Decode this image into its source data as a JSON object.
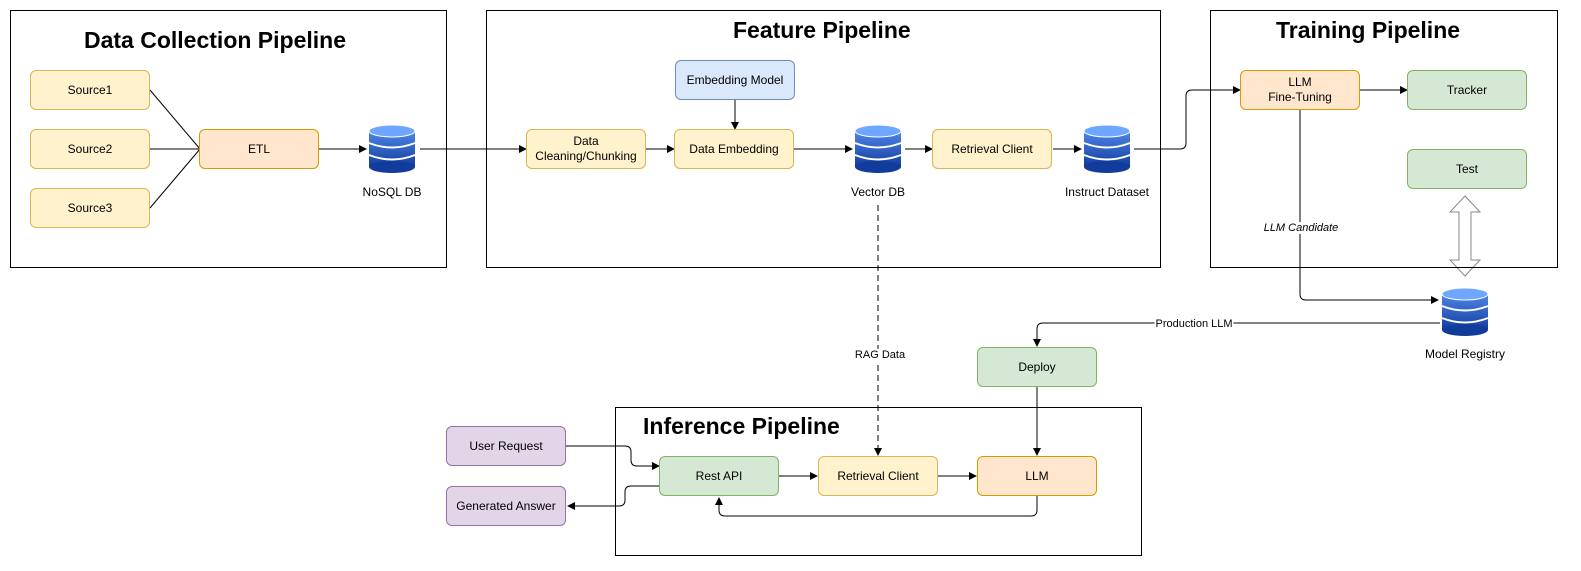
{
  "containers": {
    "data_collection": "Data Collection Pipeline",
    "feature": "Feature Pipeline",
    "training": "Training Pipeline",
    "inference": "Inference Pipeline"
  },
  "nodes": {
    "source1": "Source1",
    "source2": "Source2",
    "source3": "Source3",
    "etl": "ETL",
    "embedding_model": "Embedding Model",
    "data_cleaning": "Data\nCleaning/Chunking",
    "data_embedding": "Data Embedding",
    "retrieval_client_feature": "Retrieval Client",
    "llm_finetuning": "LLM\nFine-Tuning",
    "tracker": "Tracker",
    "test": "Test",
    "deploy": "Deploy",
    "user_request": "User Request",
    "generated_answer": "Generated Answer",
    "rest_api": "Rest API",
    "retrieval_client_inference": "Retrieval Client",
    "llm": "LLM"
  },
  "databases": {
    "nosql": "NoSQL DB",
    "vector": "Vector DB",
    "instruct": "Instruct Dataset",
    "model_registry": "Model Registry"
  },
  "edge_labels": {
    "rag_data": "RAG Data",
    "production_llm": "Production LLM",
    "llm_candidate": "LLM Candidate"
  },
  "colors": {
    "yellow_fill": "#fff2cc",
    "orange_fill": "#ffe6cc",
    "green_fill": "#d5e8d4",
    "blue_fill": "#dae8fc",
    "purple_fill": "#e1d5e7",
    "database_blue": "#1f4fbf"
  }
}
